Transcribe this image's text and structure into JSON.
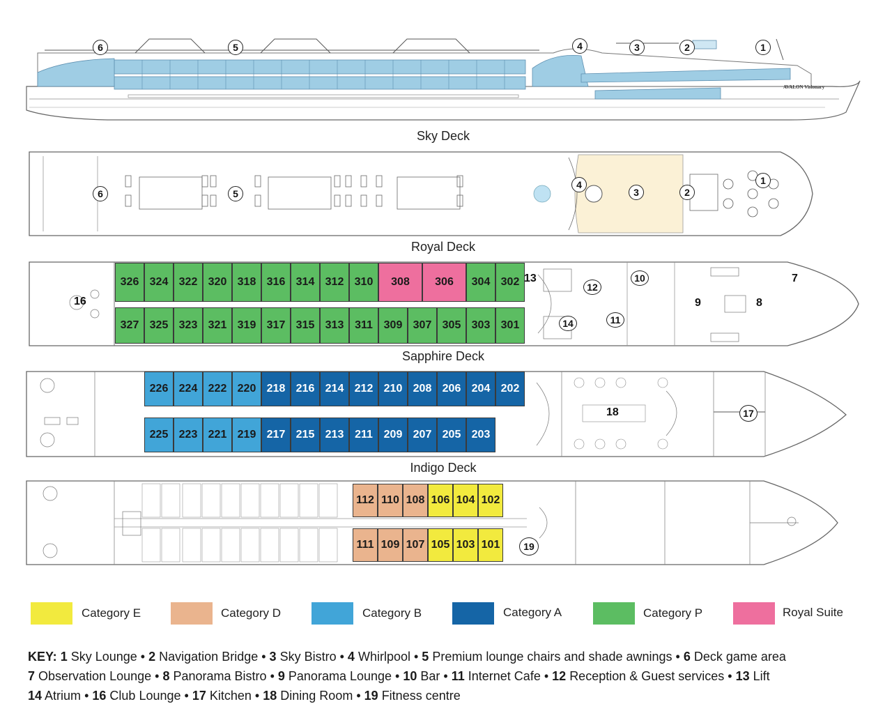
{
  "colors": {
    "category_e": "#f2ea3e",
    "category_d": "#eab48e",
    "category_b": "#41a5d8",
    "category_a": "#1565a6",
    "category_p": "#5cbd62",
    "royal_suite": "#ee6f9e"
  },
  "profile_markers": [
    "6",
    "5",
    "4",
    "3",
    "2",
    "1"
  ],
  "profile_ship_name": "AVALON Visionary",
  "decks": {
    "sky": {
      "title": "Sky Deck"
    },
    "royal": {
      "title": "Royal Deck",
      "markers": [
        "6",
        "5",
        "4",
        "3",
        "2",
        "1"
      ]
    },
    "sapphire": {
      "title": "Sapphire Deck",
      "top_cabins": [
        "326",
        "324",
        "322",
        "320",
        "318",
        "316",
        "314",
        "312",
        "310",
        "308",
        "306",
        "304",
        "302"
      ],
      "bottom_cabins": [
        "327",
        "325",
        "323",
        "321",
        "319",
        "317",
        "315",
        "313",
        "311",
        "309",
        "307",
        "305",
        "303",
        "301"
      ],
      "markers": [
        "16",
        "13",
        "12",
        "10",
        "7",
        "9",
        "8",
        "14",
        "11"
      ]
    },
    "indigo": {
      "title": "Indigo Deck",
      "top_cabins": [
        "226",
        "224",
        "222",
        "220",
        "218",
        "216",
        "214",
        "212",
        "210",
        "208",
        "206",
        "204",
        "202"
      ],
      "bottom_cabins": [
        "225",
        "223",
        "221",
        "219",
        "217",
        "215",
        "213",
        "211",
        "209",
        "207",
        "205",
        "203"
      ],
      "markers": [
        "18",
        "17"
      ]
    },
    "main": {
      "top_cabins": [
        "112",
        "110",
        "108",
        "106",
        "104",
        "102"
      ],
      "bottom_cabins": [
        "111",
        "109",
        "107",
        "105",
        "103",
        "101"
      ],
      "markers": [
        "19"
      ]
    }
  },
  "legend": [
    {
      "label": "Category E",
      "color": "#f2ea3e"
    },
    {
      "label": "Category D",
      "color": "#eab48e"
    },
    {
      "label": "Category B",
      "color": "#41a5d8"
    },
    {
      "label": "Category A",
      "color": "#1565a6"
    },
    {
      "label": "Category P",
      "color": "#5cbd62"
    },
    {
      "label": "Royal Suite",
      "color": "#ee6f9e"
    }
  ],
  "key": {
    "heading": "KEY:",
    "lines": [
      [
        {
          "n": "1",
          "t": "Sky Lounge"
        },
        {
          "n": "2",
          "t": "Navigation Bridge"
        },
        {
          "n": "3",
          "t": "Sky Bistro"
        },
        {
          "n": "4",
          "t": "Whirlpool"
        },
        {
          "n": "5",
          "t": "Premium lounge chairs and shade awnings"
        },
        {
          "n": "6",
          "t": "Deck game area"
        }
      ],
      [
        {
          "n": "7",
          "t": "Observation Lounge"
        },
        {
          "n": "8",
          "t": "Panorama Bistro"
        },
        {
          "n": "9",
          "t": "Panorama Lounge"
        },
        {
          "n": "10",
          "t": "Bar"
        },
        {
          "n": "11",
          "t": "Internet Cafe"
        },
        {
          "n": "12",
          "t": "Reception & Guest services"
        },
        {
          "n": "13",
          "t": "Lift"
        }
      ],
      [
        {
          "n": "14",
          "t": "Atrium"
        },
        {
          "n": "16",
          "t": "Club Lounge"
        },
        {
          "n": "17",
          "t": "Kitchen"
        },
        {
          "n": "18",
          "t": "Dining Room"
        },
        {
          "n": "19",
          "t": "Fitness centre"
        }
      ]
    ]
  }
}
